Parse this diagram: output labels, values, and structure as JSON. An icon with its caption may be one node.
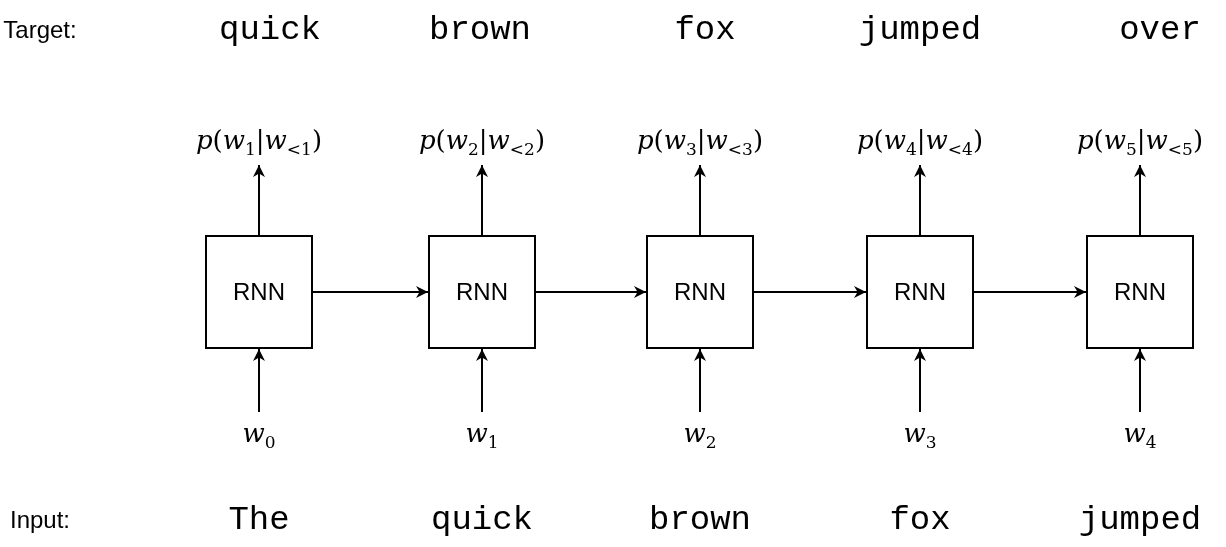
{
  "diagram": {
    "nodes": [
      {
        "text": [
          "*p*(*w*$_{1}$|*w*$_{<1}$)"
        ]
      },
      {
        "text": [
          "*p*(*w*$_{2}$|*w*$_{<2}$)"
        ]
      },
      {
        "text": [
          "*p*(*w*$_{3}$|*w*$_{<3}$)"
        ]
      },
      {
        "text": [
          "*p*(*w*$_{4}$|*w*$_{<4}$)"
        ]
      },
      {
        "text": [
          "*p*(*w*$_{5}$|*w*$_{<5}$)"
        ]
      },
      {
        "text": [
          "RNN"
        ]
      },
      {
        "text": [
          "RNN"
        ]
      },
      {
        "text": [
          "RNN"
        ]
      },
      {
        "text": [
          "RNN"
        ]
      },
      {
        "text": [
          "RNN"
        ]
      },
      {
        "text": [
          "*w*$_{0}$"
        ]
      },
      {
        "text": [
          "*w*$_{1}$"
        ]
      },
      {
        "text": [
          "*w*$_{2}$"
        ]
      },
      {
        "text": [
          "*w*$_{3}$"
        ]
      },
      {
        "text": [
          "*w*$_{4}$"
        ]
      }
    ],
    "edges": [
      {
        "from": 10,
        "to": 5,
        "arrow": "to"
      },
      {
        "from": 5,
        "to": 0,
        "arrow": "to"
      },
      {
        "from": 5,
        "to": 6,
        "arrow": "to"
      },
      {
        "from": 11,
        "to": 6,
        "arrow": "to"
      },
      {
        "from": 6,
        "to": 1,
        "arrow": "to"
      },
      {
        "from": 6,
        "to": 7,
        "arrow": "to"
      },
      {
        "from": 12,
        "to": 7,
        "arrow": "to"
      },
      {
        "from": 7,
        "to": 2,
        "arrow": "to"
      },
      {
        "from": 7,
        "to": 8,
        "arrow": "to"
      },
      {
        "from": 13,
        "to": 8,
        "arrow": "to"
      },
      {
        "from": 8,
        "to": 3,
        "arrow": "to"
      },
      {
        "from": 8,
        "to": 9,
        "arrow": "to"
      },
      {
        "from": 14,
        "to": 9,
        "arrow": "to"
      },
      {
        "from": 9,
        "to": 4,
        "arrow": "to"
      }
    ],
    "labels": [
      "Target:",
      "quick",
      "brown",
      "fox",
      "jumped",
      "over",
      "Input:",
      "The",
      "quick",
      "brown",
      "fox",
      "jumped"
    ]
  }
}
